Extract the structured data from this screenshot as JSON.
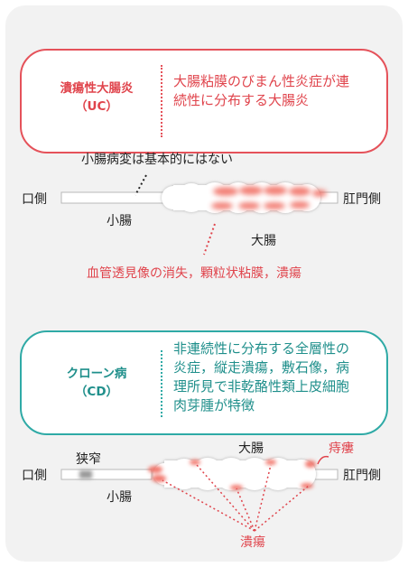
{
  "uc": {
    "title_line1": "潰瘍性大腸炎",
    "title_line2": "（UC）",
    "desc_line1": "大腸粘膜のびまん性炎症が連",
    "desc_line2": "続性に分布する大腸炎"
  },
  "uc_diagram": {
    "small_intestine_note": "小腸病変は基本的にはない",
    "mouth_side": "口側",
    "anus_side": "肛門側",
    "small_intestine": "小腸",
    "large_intestine": "大腸",
    "findings": "血管透見像の消失，顆粒状粘膜，潰瘍"
  },
  "cd": {
    "title_line1": "クローン病",
    "title_line2": "（CD）",
    "desc_line1": "非連続性に分布する全層性の",
    "desc_line2": "炎症，縦走潰瘍，敷石像，病",
    "desc_line3": "理所見で非乾酪性類上皮細胞",
    "desc_line4": "肉芽腫が特徴"
  },
  "cd_diagram": {
    "stenosis": "狭窄",
    "large_intestine": "大腸",
    "fistula": "痔瘻",
    "mouth_side": "口側",
    "anus_side": "肛門側",
    "small_intestine": "小腸",
    "ulcer": "潰瘍"
  },
  "colors": {
    "uc_accent": "#e5525a",
    "cd_accent": "#2faaa6",
    "panel_bg": "#f2f2f2"
  }
}
